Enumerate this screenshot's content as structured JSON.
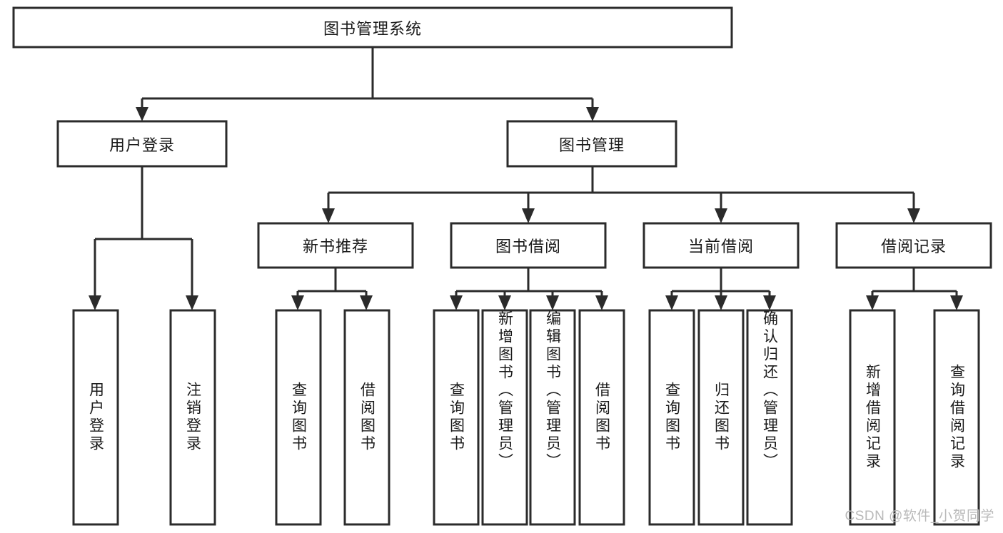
{
  "diagram": {
    "type": "hierarchy-tree",
    "title": "图书管理系统",
    "watermark": "CSDN @软件_小贺同学",
    "levels": {
      "root": {
        "id": "root",
        "label": "图书管理系统"
      },
      "level2": [
        {
          "id": "user-login",
          "label": "用户登录"
        },
        {
          "id": "book-management",
          "label": "图书管理"
        }
      ],
      "level3": [
        {
          "id": "new-book-recommend",
          "label": "新书推荐",
          "parent": "book-management"
        },
        {
          "id": "book-borrow",
          "label": "图书借阅",
          "parent": "book-management"
        },
        {
          "id": "current-borrow",
          "label": "当前借阅",
          "parent": "book-management"
        },
        {
          "id": "borrow-record",
          "label": "借阅记录",
          "parent": "book-management"
        }
      ],
      "leaves": [
        {
          "id": "leaf-user-login",
          "label": "用户登录",
          "parent": "user-login"
        },
        {
          "id": "leaf-logout-login",
          "label": "注销登录",
          "parent": "user-login"
        },
        {
          "id": "leaf-query-book-1",
          "label": "查询图书",
          "parent": "new-book-recommend"
        },
        {
          "id": "leaf-borrow-book-1",
          "label": "借阅图书",
          "parent": "new-book-recommend"
        },
        {
          "id": "leaf-query-book-2",
          "label": "查询图书",
          "parent": "book-borrow"
        },
        {
          "id": "leaf-add-book",
          "label": "新增图书（管理员）",
          "parent": "book-borrow"
        },
        {
          "id": "leaf-edit-book",
          "label": "编辑图书（管理员）",
          "parent": "book-borrow"
        },
        {
          "id": "leaf-borrow-book-2",
          "label": "借阅图书",
          "parent": "book-borrow"
        },
        {
          "id": "leaf-query-book-3",
          "label": "查询图书",
          "parent": "current-borrow"
        },
        {
          "id": "leaf-return-book",
          "label": "归还图书",
          "parent": "current-borrow"
        },
        {
          "id": "leaf-confirm-return",
          "label": "确认归还（管理员）",
          "parent": "current-borrow"
        },
        {
          "id": "leaf-add-record",
          "label": "新增借阅记录",
          "parent": "borrow-record"
        },
        {
          "id": "leaf-query-record",
          "label": "查询借阅记录",
          "parent": "borrow-record"
        }
      ]
    },
    "colors": {
      "box_stroke": "#2b2b2b",
      "box_fill": "#ffffff",
      "text": "#1a1a1a",
      "background": "#ffffff",
      "watermark": "#b9b9b9"
    }
  }
}
